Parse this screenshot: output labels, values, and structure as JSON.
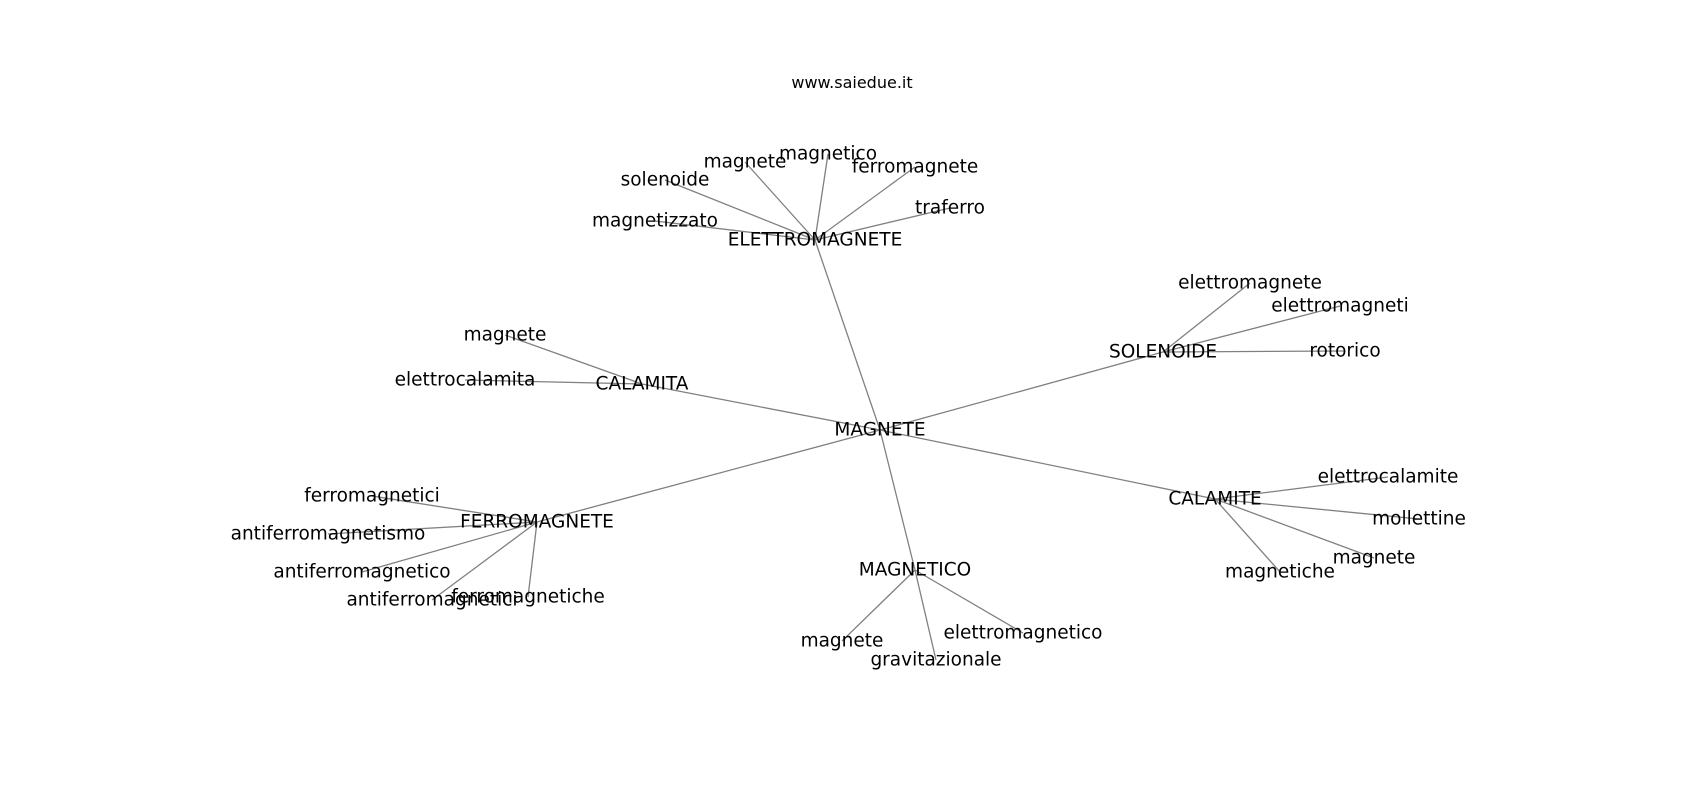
{
  "header": {
    "site": "www.saiedue.it"
  },
  "graph": {
    "edge_color": "#808080",
    "text_color": "#000000",
    "nodes": [
      {
        "id": "n0",
        "label": "MAGNETE"
      },
      {
        "id": "n1",
        "label": "ELETTROMAGNETE"
      },
      {
        "id": "n2",
        "label": "magnete"
      },
      {
        "id": "n3",
        "label": "magnetico"
      },
      {
        "id": "n4",
        "label": "ferromagnete"
      },
      {
        "id": "n5",
        "label": "solenoide"
      },
      {
        "id": "n6",
        "label": "traferro"
      },
      {
        "id": "n7",
        "label": "magnetizzato"
      },
      {
        "id": "n8",
        "label": "SOLENOIDE"
      },
      {
        "id": "n9",
        "label": "elettromagnete"
      },
      {
        "id": "n10",
        "label": "elettromagneti"
      },
      {
        "id": "n11",
        "label": "rotorico"
      },
      {
        "id": "n12",
        "label": "CALAMITA"
      },
      {
        "id": "n13",
        "label": "magnete"
      },
      {
        "id": "n14",
        "label": "elettrocalamita"
      },
      {
        "id": "n15",
        "label": "CALAMITE"
      },
      {
        "id": "n16",
        "label": "elettrocalamite"
      },
      {
        "id": "n17",
        "label": "mollettine"
      },
      {
        "id": "n18",
        "label": "magnete"
      },
      {
        "id": "n19",
        "label": "magnetiche"
      },
      {
        "id": "n20",
        "label": "FERROMAGNETE"
      },
      {
        "id": "n21",
        "label": "ferromagnetici"
      },
      {
        "id": "n22",
        "label": "antiferromagnetismo"
      },
      {
        "id": "n23",
        "label": "antiferromagnetico"
      },
      {
        "id": "n24",
        "label": "antiferromagnetici"
      },
      {
        "id": "n25",
        "label": "ferromagnetiche"
      },
      {
        "id": "n26",
        "label": "MAGNETICO"
      },
      {
        "id": "n27",
        "label": "magnete"
      },
      {
        "id": "n28",
        "label": "elettromagnetico"
      },
      {
        "id": "n29",
        "label": "gravitazionale"
      }
    ],
    "edges": [
      [
        "n0",
        "n1"
      ],
      [
        "n0",
        "n8"
      ],
      [
        "n0",
        "n12"
      ],
      [
        "n0",
        "n15"
      ],
      [
        "n0",
        "n20"
      ],
      [
        "n0",
        "n26"
      ],
      [
        "n1",
        "n2"
      ],
      [
        "n1",
        "n3"
      ],
      [
        "n1",
        "n4"
      ],
      [
        "n1",
        "n5"
      ],
      [
        "n1",
        "n6"
      ],
      [
        "n1",
        "n7"
      ],
      [
        "n8",
        "n9"
      ],
      [
        "n8",
        "n10"
      ],
      [
        "n8",
        "n11"
      ],
      [
        "n12",
        "n13"
      ],
      [
        "n12",
        "n14"
      ],
      [
        "n15",
        "n16"
      ],
      [
        "n15",
        "n17"
      ],
      [
        "n15",
        "n18"
      ],
      [
        "n15",
        "n19"
      ],
      [
        "n20",
        "n21"
      ],
      [
        "n20",
        "n22"
      ],
      [
        "n20",
        "n23"
      ],
      [
        "n20",
        "n24"
      ],
      [
        "n20",
        "n25"
      ],
      [
        "n26",
        "n27"
      ],
      [
        "n26",
        "n28"
      ],
      [
        "n26",
        "n29"
      ]
    ]
  }
}
